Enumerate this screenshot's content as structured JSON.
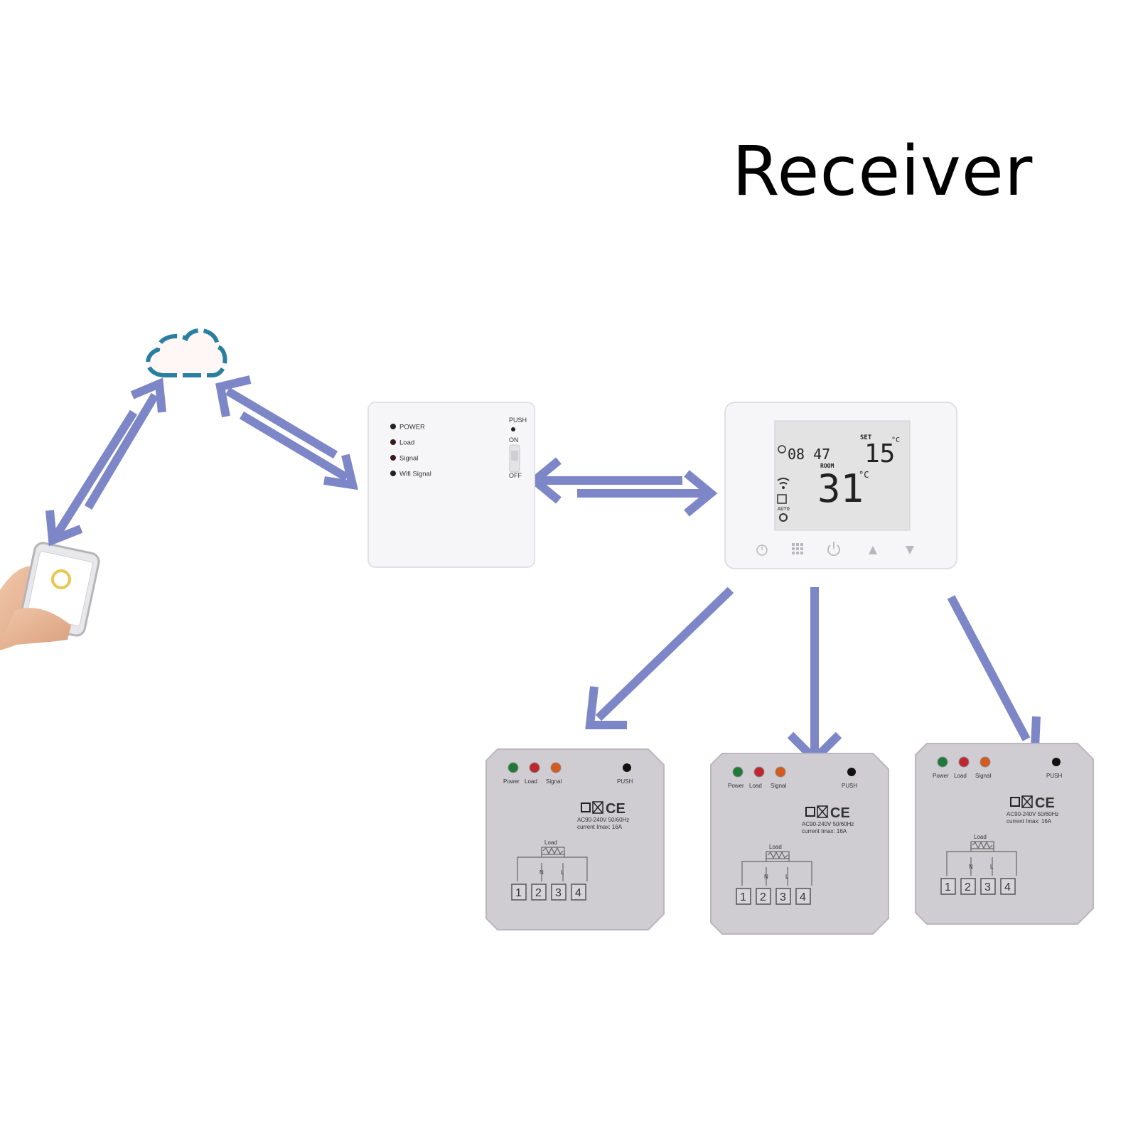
{
  "title": "Receiver",
  "gateway": {
    "leds": [
      {
        "label": "POWER",
        "color": "#222222"
      },
      {
        "label": "Load",
        "color": "#3a1a1a"
      },
      {
        "label": "Signal",
        "color": "#3a1a1a"
      },
      {
        "label": "Wifi Signal",
        "color": "#222222"
      }
    ],
    "switch_labels": [
      "PUSH",
      "ON",
      "OFF"
    ]
  },
  "thermostat": {
    "clock": "08 47",
    "set_label": "SET",
    "set_temp": "15",
    "set_unit": "°C",
    "room_label": "ROOM",
    "room_temp": "31",
    "room_unit": "°C",
    "mode_label": "AUTO"
  },
  "receivers": [
    {
      "led_labels": [
        "Power",
        "Load",
        "Signal"
      ],
      "led_colors": [
        "#1f7a3a",
        "#c0262e",
        "#d45a1e"
      ],
      "push_label": "PUSH",
      "rating": "AC90-240V 50/60Hz",
      "current": "current Imax: 16A",
      "load_label": "Load",
      "terminals": [
        "1",
        "2",
        "3",
        "4"
      ],
      "terminal_letters": [
        "N",
        "L"
      ]
    },
    {
      "led_labels": [
        "Power",
        "Load",
        "Signal"
      ],
      "led_colors": [
        "#1f7a3a",
        "#c0262e",
        "#d45a1e"
      ],
      "push_label": "PUSH",
      "rating": "AC90-240V 50/60Hz",
      "current": "current Imax: 16A",
      "load_label": "Load",
      "terminals": [
        "1",
        "2",
        "3",
        "4"
      ],
      "terminal_letters": [
        "N",
        "L"
      ]
    },
    {
      "led_labels": [
        "Power",
        "Load",
        "Signal"
      ],
      "led_colors": [
        "#1f7a3a",
        "#c0262e",
        "#d45a1e"
      ],
      "push_label": "PUSH",
      "rating": "AC90-240V 50/60Hz",
      "current": "current Imax: 16A",
      "load_label": "Load",
      "terminals": [
        "1",
        "2",
        "3",
        "4"
      ],
      "terminal_letters": [
        "N",
        "L"
      ]
    }
  ],
  "colors": {
    "arrow": "#7d87c8",
    "cloud": "#2a7fa0",
    "device": "#f4f4f6",
    "receiver": "#cfcdd2"
  },
  "icons": [
    "cloud-icon",
    "smartphone-icon",
    "wifi-icon",
    "power-icon",
    "menu-grid-icon",
    "up-arrow-icon",
    "down-arrow-icon",
    "ce-mark-icon"
  ]
}
